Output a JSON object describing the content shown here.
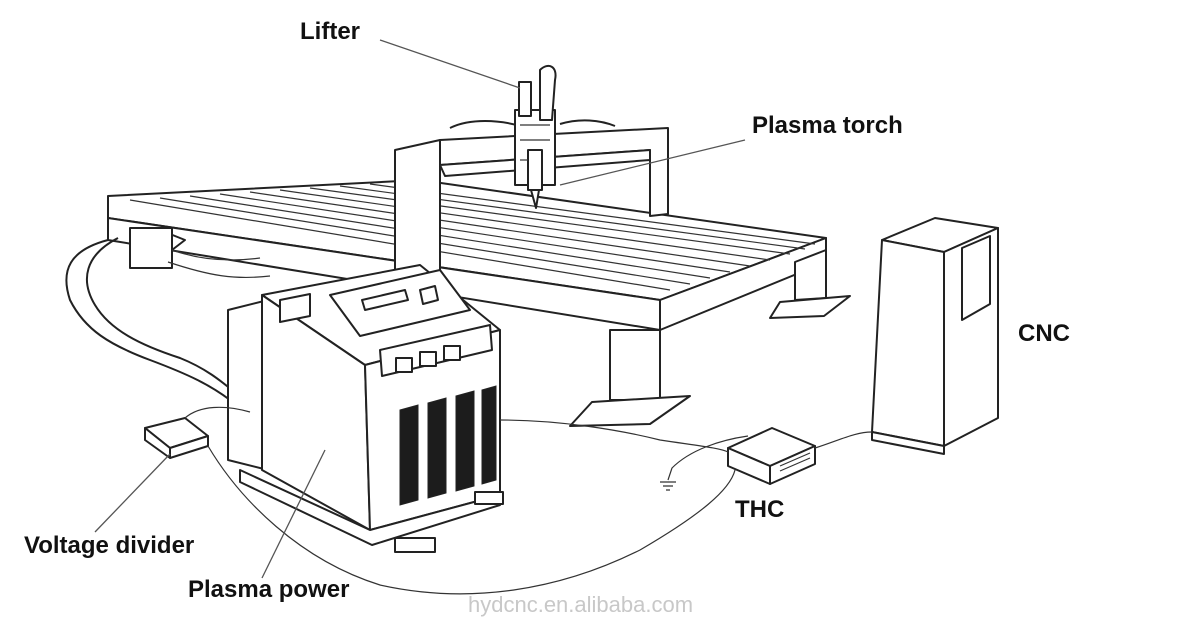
{
  "labels": {
    "lifter": "Lifter",
    "plasma_torch": "Plasma torch",
    "cnc": "CNC",
    "thc": "THC",
    "voltage_divider": "Voltage divider",
    "plasma_power": "Plasma power"
  },
  "watermark": "hydcnc.en.alibaba.com"
}
